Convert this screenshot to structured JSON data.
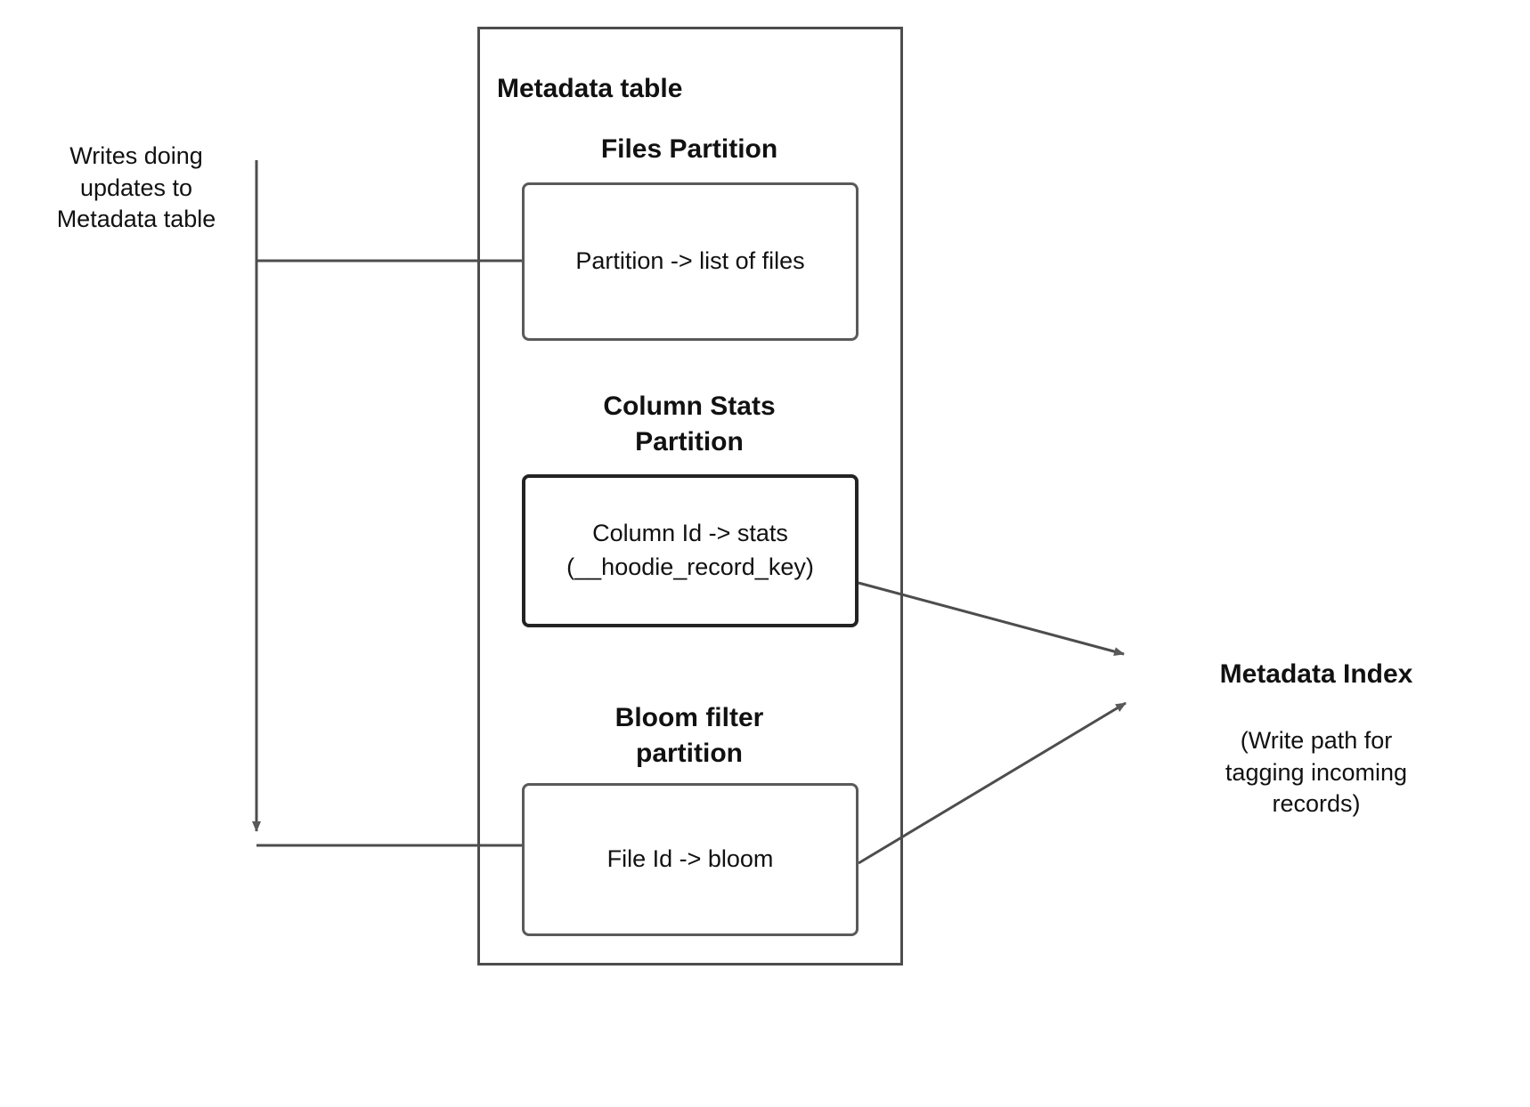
{
  "diagram": {
    "title_text": "Metadata table",
    "left_note": "Writes doing\nupdates to\nMetadata table",
    "partitions": [
      {
        "heading": "Files Partition",
        "box_text": "Partition -> list of files"
      },
      {
        "heading": "Column Stats\nPartition",
        "box_text": "Column Id  -> stats\n(__hoodie_record_key)"
      },
      {
        "heading": "Bloom filter\npartition",
        "box_text": "File Id -> bloom"
      }
    ],
    "right_label": {
      "title": "Metadata Index",
      "note": "(Write path for\ntagging incoming\nrecords)"
    },
    "colors": {
      "outer_border": "#4d4d4d",
      "inner_border": "#5a5a5a",
      "emphasis_border": "#232323",
      "connector": "#4d4d4d",
      "arrow_fill": "#595959",
      "text": "#111111",
      "background": "#ffffff"
    }
  }
}
